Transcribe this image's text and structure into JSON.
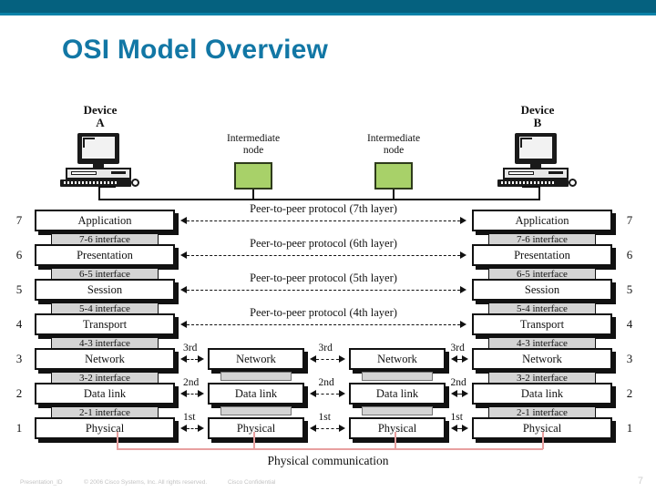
{
  "slide": {
    "title": "OSI Model Overview",
    "accent_color": "#05617f",
    "title_color": "#1277a5",
    "node_color": "#a8d169",
    "interface_color": "#d4d4d4",
    "physical_link_color": "#e8a0a0"
  },
  "devices": {
    "left": {
      "line1": "Device",
      "line2": "A"
    },
    "right": {
      "line1": "Device",
      "line2": "B"
    },
    "node1": {
      "line1": "Intermediate",
      "line2": "node"
    },
    "node2": {
      "line1": "Intermediate",
      "line2": "node"
    }
  },
  "end_layers": [
    {
      "number": "7",
      "name": "Application",
      "interface": "7-6 interface"
    },
    {
      "number": "6",
      "name": "Presentation",
      "interface": "6-5 interface"
    },
    {
      "number": "5",
      "name": "Session",
      "interface": "5-4 interface"
    },
    {
      "number": "4",
      "name": "Transport",
      "interface": "4-3 interface"
    },
    {
      "number": "3",
      "name": "Network",
      "interface": "3-2 interface"
    },
    {
      "number": "2",
      "name": "Data link",
      "interface": "2-1 interface"
    },
    {
      "number": "1",
      "name": "Physical",
      "interface": ""
    }
  ],
  "node_layers": [
    {
      "name": "Network"
    },
    {
      "name": "Data link"
    },
    {
      "name": "Physical"
    }
  ],
  "peer_protocols": [
    {
      "label": "Peer-to-peer protocol (7th layer)"
    },
    {
      "label": "Peer-to-peer protocol (6th layer)"
    },
    {
      "label": "Peer-to-peer protocol (5th layer)"
    },
    {
      "label": "Peer-to-peer protocol (4th layer)"
    }
  ],
  "hop_labels": {
    "third": "3rd",
    "second": "2nd",
    "first": "1st"
  },
  "physical_communication": "Physical communication",
  "footer": {
    "presentation_id": "Presentation_ID",
    "copyright": "© 2006 Cisco Systems, Inc. All rights reserved.",
    "confidential": "Cisco Confidential",
    "page_number": "7"
  }
}
